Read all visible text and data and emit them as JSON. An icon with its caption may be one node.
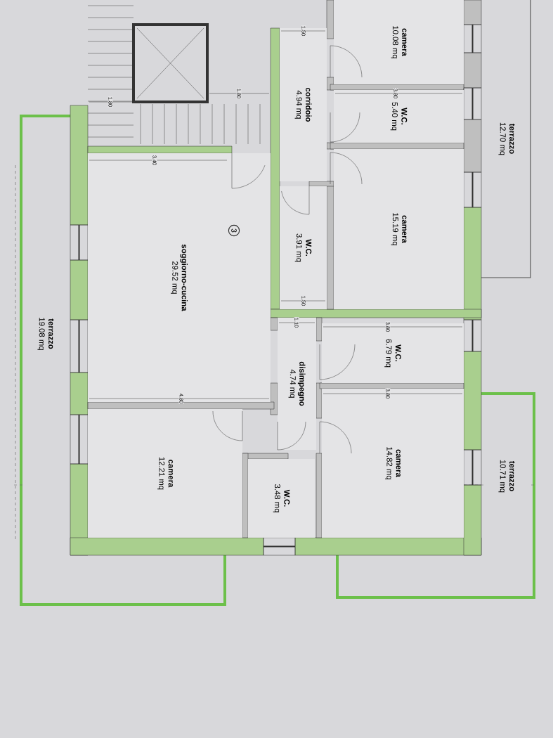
{
  "diagram": {
    "nodes": [
      {
        "text": [
          "camera",
          "10.08 mq"
        ]
      },
      {
        "text": [
          "corridoio",
          "4.94 mq"
        ]
      },
      {
        "text": [
          "W.C.",
          "5.40 mq"
        ]
      },
      {
        "text": [
          "camera",
          "15.19 mq"
        ]
      },
      {
        "text": [
          "W.C.",
          "3.91 mq"
        ]
      },
      {
        "text": [
          "soggiorno-cucina",
          "29.52 mq"
        ]
      },
      {
        "text": [
          "W.C.",
          "6.79 mq"
        ]
      },
      {
        "text": [
          "disimpegno",
          "4.74 mq"
        ]
      },
      {
        "text": [
          "camera",
          "14.82 mq"
        ]
      },
      {
        "text": [
          "camera",
          "12.21 mq"
        ]
      },
      {
        "text": [
          "W.C.",
          "3.48 mq"
        ]
      },
      {
        "text": [
          "terrazzo",
          "12.70 mq"
        ]
      },
      {
        "text": [
          "terrazzo",
          "19.08 mq"
        ]
      },
      {
        "text": [
          "terrazzo",
          "10.71 mq"
        ]
      }
    ],
    "labels": [
      "3",
      "3.40",
      "4.80",
      "1.80",
      "1.80",
      "1.50",
      "3.80",
      "1.50",
      "1.10",
      "3.80",
      "3.80"
    ]
  }
}
